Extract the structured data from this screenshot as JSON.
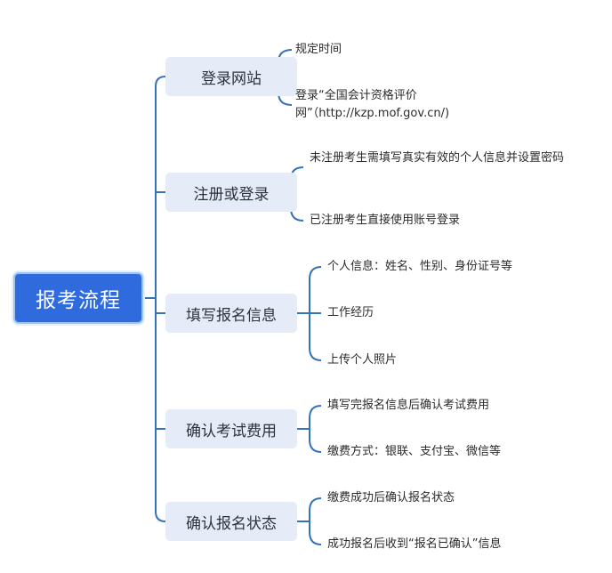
{
  "root": {
    "label": "报考流程"
  },
  "branches": [
    {
      "label": "登录网站",
      "items": [
        "规定时间",
        "登录“全国会计资格评价网”（http://kzp.mof.gov.cn/)"
      ]
    },
    {
      "label": "注册或登录",
      "items": [
        "未注册考生需填写真实有效的个人信息并设置密码",
        "已注册考生直接使用账号登录"
      ]
    },
    {
      "label": "填写报名信息",
      "items": [
        "个人信息：姓名、性别、身份证号等",
        "工作经历",
        "上传个人照片"
      ]
    },
    {
      "label": "确认考试费用",
      "items": [
        "填写完报名信息后确认考试费用",
        "缴费方式：银联、支付宝、微信等"
      ]
    },
    {
      "label": "确认报名状态",
      "items": [
        "缴费成功后确认报名状态",
        "成功报名后收到“报名已确认”信息"
      ]
    }
  ],
  "colors": {
    "root_fill": "#2f6bdc",
    "branch_fill": "#e5ecf8",
    "connector": "#3573b9"
  }
}
